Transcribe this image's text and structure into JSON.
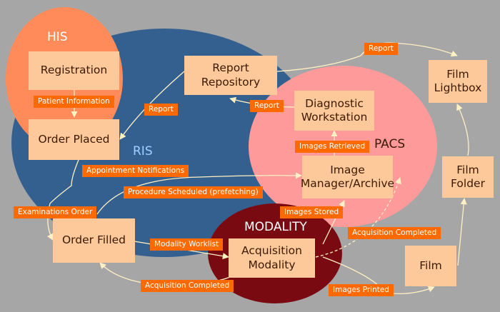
{
  "regions": {
    "his": "HIS",
    "ris": "RIS",
    "pacs": "PACS",
    "modality": "MODALITY"
  },
  "nodes": {
    "registration": "Registration",
    "order_placed": "Order Placed",
    "order_filled": "Order Filled",
    "report_repository": "Report\nRepository",
    "diagnostic_workstation": "Diagnostic\nWorkstation",
    "image_manager": "Image\nManager/Archive",
    "acquisition_modality": "Acquisition\nModality",
    "film": "Film",
    "film_folder": "Film\nFolder",
    "film_lightbox": "Film\nLightbox"
  },
  "labels": {
    "patient_information": "Patient Information",
    "report_to_order": "Report",
    "report_from_workstation": "Report",
    "report_to_lightbox": "Report",
    "appointment_notifications": "Appointment Notifications",
    "procedure_scheduled": "Procedure Scheduled (prefetching)",
    "examinations_order": "Examinations Order",
    "modality_worklist": "Modality Worklist",
    "images_stored": "Images Stored",
    "images_retrieved": "Images Retrieved",
    "acquisition_completed_pacs": "Acquisition Completed",
    "acquisition_completed_ris": "Acquisition Completed",
    "images_printed": "Images Printed"
  },
  "colors": {
    "background": "#a6a6a6",
    "his_region": "#ff8b5a",
    "ris_region": "#33608f",
    "pacs_region": "#ff9a9a",
    "modality_region": "#7a0a12",
    "node_fill": "#fdc99a",
    "label_fill": "#ff6a00",
    "connector": "#fff1c4"
  }
}
